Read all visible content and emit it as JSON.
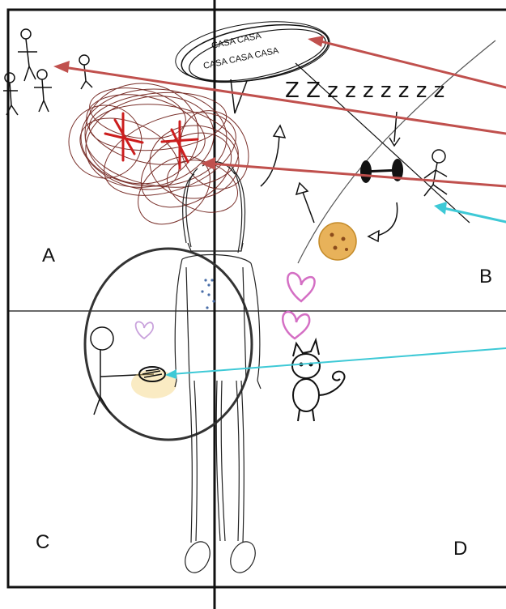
{
  "quadrants": {
    "a": "A",
    "b": "B",
    "c": "C",
    "d": "D"
  },
  "speech_bubble": {
    "line1": "CASA CASA",
    "line2": "CASA CASA CASA"
  },
  "sleep_text": "Z Z  z z z z z z z",
  "colors": {
    "red_arrow": "#c0504d",
    "cyan_arrow": "#3ec9d6",
    "scribble": "#6b1a14",
    "cross": "#cc1e1e",
    "heart": "#d46fc4",
    "light_heart": "#c9a2dc",
    "cookie": "#e8b25a",
    "ink": "#111111"
  }
}
